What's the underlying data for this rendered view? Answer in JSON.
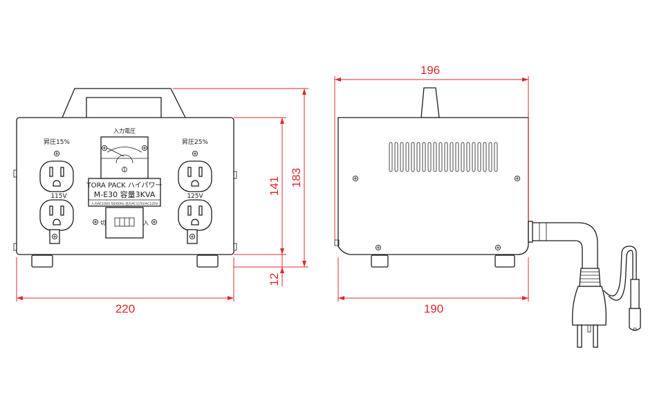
{
  "front_panel": {
    "meter_title": "入力電圧",
    "left_outlet_label": "昇圧15%",
    "right_outlet_label": "昇圧25%",
    "left_voltage": "115V",
    "right_voltage": "125V",
    "brand_line": "TORA PACK ハイパワー",
    "model_line": "M-E30 容量3KVA",
    "spec_line": "入力AC100V 50/60Hz 出力AC115V/AC125V",
    "switch_off_label": "切",
    "switch_on_label": "入"
  },
  "dimensions": {
    "front_width": "220",
    "total_height": "183",
    "body_height": "141",
    "foot_height": "12",
    "side_top_depth": "196",
    "side_bottom_depth": "190"
  },
  "colors": {
    "line": "#1a1a1a",
    "dimension": "#e0282c"
  }
}
